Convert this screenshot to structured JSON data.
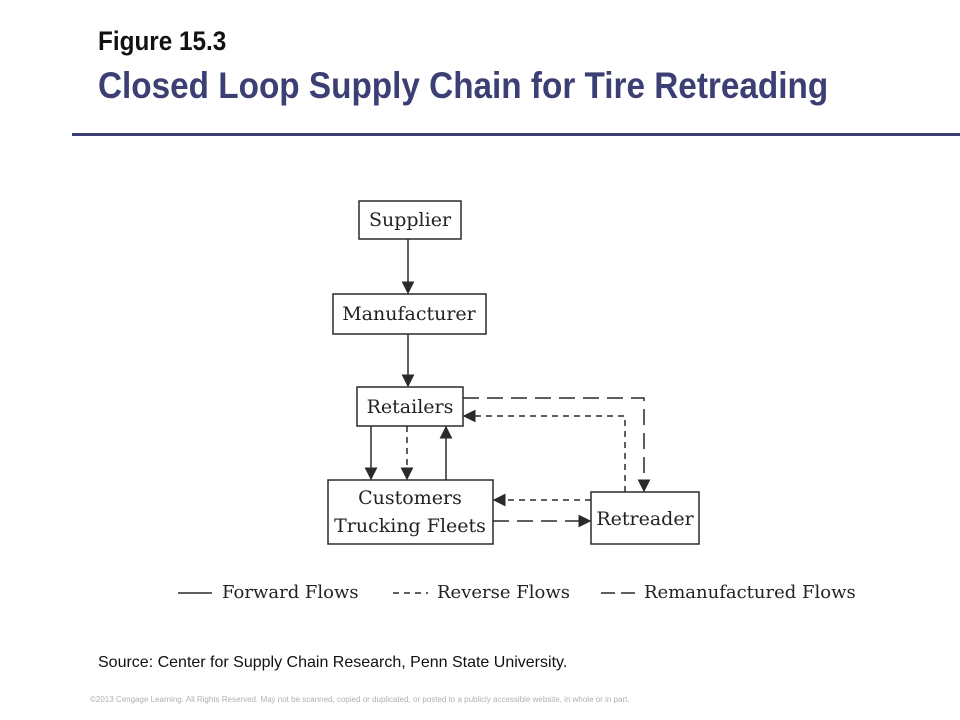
{
  "header": {
    "figure_number": "Figure 15.3",
    "title": "Closed Loop Supply Chain for Tire Retreading"
  },
  "diagram": {
    "nodes": {
      "supplier": "Supplier",
      "manufacturer": "Manufacturer",
      "retailers": "Retailers",
      "customers_line1": "Customers",
      "customers_line2": "Trucking Fleets",
      "retreader": "Retreader"
    },
    "legend": {
      "forward": "Forward Flows",
      "reverse": "Reverse Flows",
      "remanufactured": "Remanufactured Flows"
    },
    "flows": [
      {
        "from": "Supplier",
        "to": "Manufacturer",
        "type": "forward"
      },
      {
        "from": "Manufacturer",
        "to": "Retailers",
        "type": "forward"
      },
      {
        "from": "Retailers",
        "to": "Customers / Trucking Fleets",
        "type": "forward"
      },
      {
        "from": "Retailers",
        "to": "Customers / Trucking Fleets",
        "type": "reverse"
      },
      {
        "from": "Customers / Trucking Fleets",
        "to": "Retailers",
        "type": "forward"
      },
      {
        "from": "Retailers",
        "to": "Retreader",
        "type": "remanufactured"
      },
      {
        "from": "Retreader",
        "to": "Retailers",
        "type": "reverse"
      },
      {
        "from": "Retreader",
        "to": "Customers / Trucking Fleets",
        "type": "reverse"
      },
      {
        "from": "Customers / Trucking Fleets",
        "to": "Retreader",
        "type": "remanufactured"
      }
    ],
    "colors": {
      "line": "#2a2a2a",
      "title": "#3b3f73"
    }
  },
  "footer": {
    "source": "Source: Center for Supply Chain Research, Penn State University.",
    "copyright": "©2013 Cengage Learning. All Rights Reserved. May not be scanned, copied or duplicated, or posted to a publicly accessible website, in whole or in part."
  }
}
